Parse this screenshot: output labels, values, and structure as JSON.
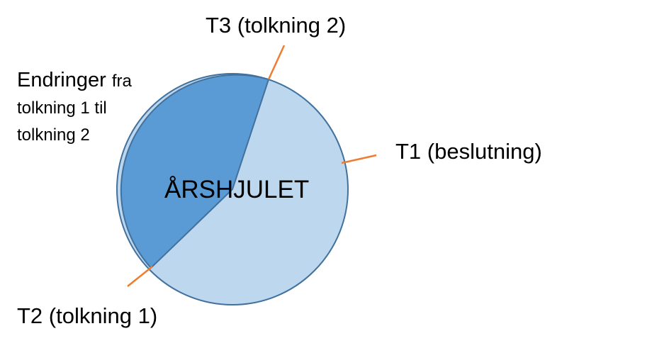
{
  "diagram": {
    "center_title": "ÅRSHJULET",
    "milestones": {
      "t3": "T3 (tolkning 2)",
      "t1": "T1 (beslutning)",
      "t2": "T2 (tolkning 1)"
    },
    "changes_label": {
      "word1": "Endringer",
      "word2": "fra",
      "line2": "tolkning 1 til",
      "line3": "tolkning 2"
    },
    "colors": {
      "highlight_sector": "#5b9bd5",
      "base_sector": "#bdd7ee",
      "outline": "#41719c",
      "tick": "#ed7d31"
    }
  }
}
